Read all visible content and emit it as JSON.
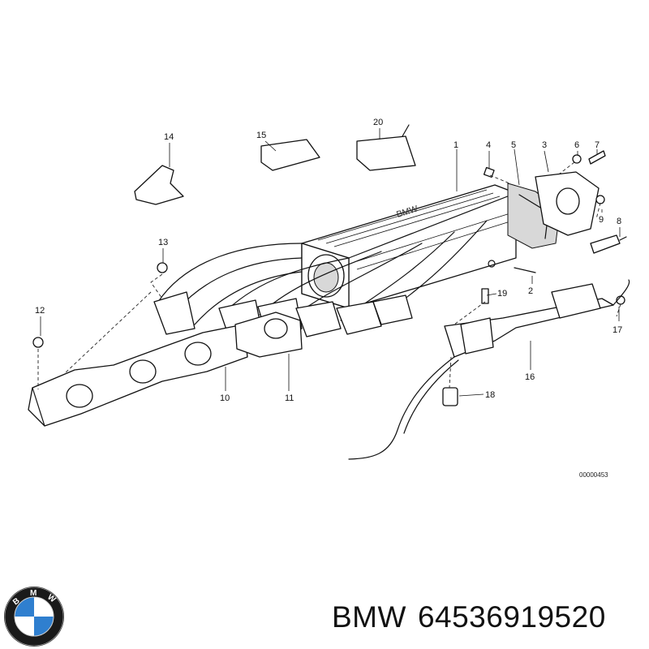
{
  "diagram": {
    "callouts": [
      "1",
      "2",
      "3",
      "4",
      "5",
      "6",
      "7",
      "8",
      "9",
      "10",
      "11",
      "12",
      "13",
      "14",
      "15",
      "16",
      "17",
      "18",
      "19",
      "20"
    ],
    "reference_code": "00000453"
  },
  "caption": {
    "brand": "BMW",
    "part_number": "64536919520"
  },
  "logo": {
    "icon": "bmw-roundel-icon",
    "lettering": "BMW",
    "colors": {
      "blue": "#2f7fcf",
      "white": "#ffffff",
      "ring": "#1a1a1a"
    }
  }
}
